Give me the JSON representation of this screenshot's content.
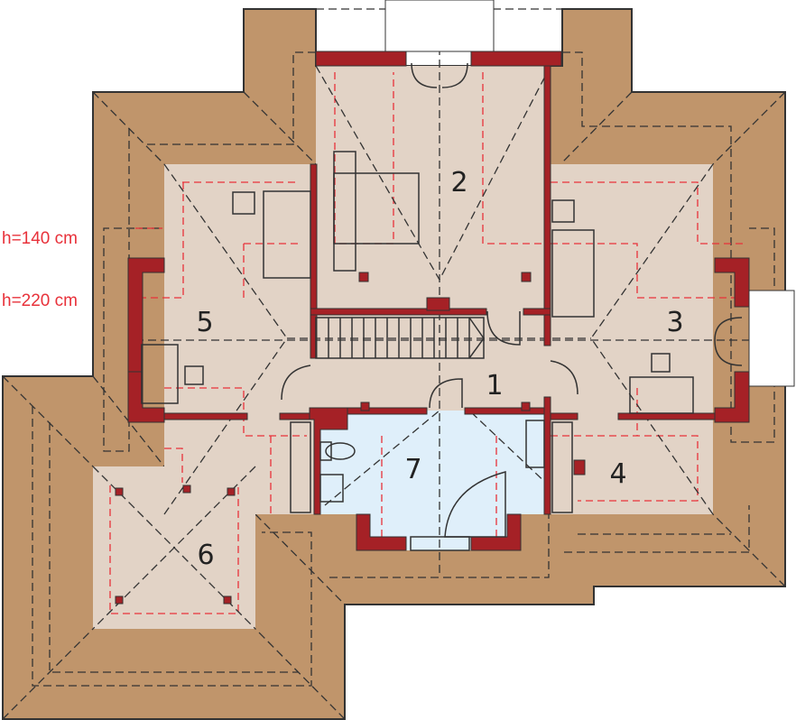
{
  "plan": {
    "height_labels": [
      "h=140 cm",
      "h=220 cm"
    ],
    "rooms": [
      "1",
      "2",
      "3",
      "4",
      "5",
      "6",
      "7"
    ]
  },
  "colors": {
    "roof": "#c0956b",
    "floor": "#e2d3c6",
    "bathroom": "#dfeffa",
    "wall": "#a52126",
    "height_line": "#e8313a"
  }
}
